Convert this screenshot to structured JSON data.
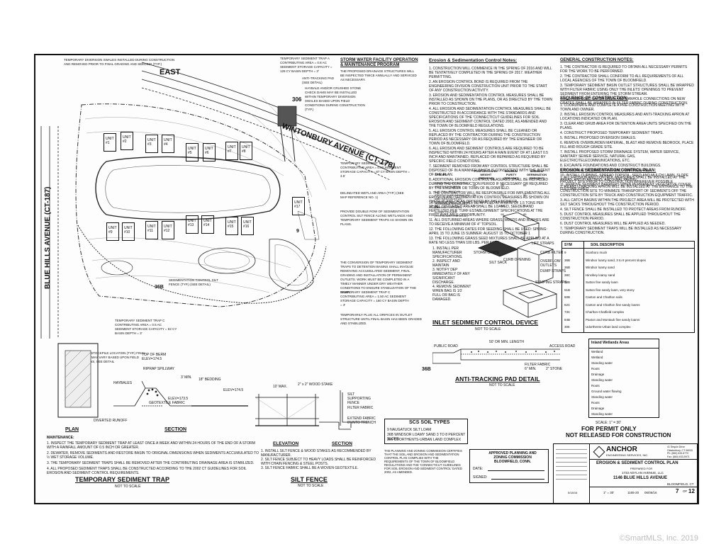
{
  "plan": {
    "road_north": "WINTONBURY AVENUE (CT-178)",
    "road_north_east": "EAST",
    "road_north_ref": "306",
    "road_west": "BLUE HILLS AVENUE (CT-187)",
    "soil_labels": [
      "9",
      "36B",
      "36B"
    ],
    "units": [
      "UNIT #1",
      "UNIT #2",
      "UNIT #3",
      "UNIT #4",
      "UNIT #5",
      "UNIT #6",
      "UNIT #7",
      "UNIT #8",
      "UNIT #9",
      "UNIT #10",
      "UNIT #11",
      "UNIT #12",
      "UNIT #13",
      "UNIT #14",
      "UNIT #15",
      "UNIT #16",
      "UNIT #17"
    ],
    "callouts": [
      "TEMPORARY DIVERSION SWALES INSTALLED DURING CONSTRUCTION AND REMOVED PRIOR TO FINAL GRADING AND SEEDING (TYP.)",
      "TEMPORARY SEDIMENT TRAP A CONTRIBUTING AREA = 0.8 AC SEDIMENT STORAGE CAPACITY = 129 CY BASIN DEPTH = 3'",
      "ANTI-TRACKING PAD (SEE DETAIL)",
      "HAYBALE AND/OR CRUSHED STONE CHECK DAMS MAY BE INSTALLED WITHIN TEMPORARY DIVERSION SWALES BASED UPON FIELD CONDITIONS DURING CONSTRUCTION (TYP.)",
      "TEMPORARY SEDIMENT TRAP B CONTRIBUTING AREA = 0.60 SEDIMENT STORAGE CAPACITY = 87 CY BASIN DEPTH = 3.5'",
      "DELINEATED WETLAND AREA (TYP.) (SEE MAP REFERENCE NO. 1)",
      "PROVIDE DOUBLE ROW OF SEDIMENTATION CONTROL SILT FENCE ALONG WETLANDS AND TEMPORARY SEDIMENT TRAPS AS SHOWN ON PLANS.",
      "SEDIMENTATION CONTROL SILT FENCE (TYP.) (SEE DETAIL)",
      "INLET SEDIMENT CONTROL DEVICE",
      "THE CONVERSION OF TEMPORARY SEDIMENT TRAPS TO DETENTION BASINS SHALL INVOLVE REMOVING ACCUMULATED SEDIMENT, FINAL GRADING AND INSTALLATION OF PERMANENT OUTLETS. WORK MUST BE COMPLETED IN A TIMELY MANNER UNDER DRY WEATHER CONDITIONS TO ENSURE STABILIZATION OF THE BASIN",
      "TEMPORARY SEDIMENT TRAP C CONTRIBUTING AREA = 1.50 AC SEDIMENT STORAGE CAPACITY = 160 CY BASIN DEPTH = 3'",
      "TEMPORARILY PLUG ALL ORIFICES IN OUTLET STRUCTURE UNTIL FINAL BASIN HAS BEEN GRADED AND STABILIZED.",
      "TEMPORARY SEDIMENT TRAP C CONTRIBUTING AREA = 0.5 AC SEDIMENT STORAGE CAPACITY = 82 CY BASIN DEPTH = 3'",
      "MATERIAL STOCKPILE LOCATION (TYP.) FINAL LOCATION MAY VARY BASED UPON FIELD CONDITIONS, SEE DETAIL"
    ]
  },
  "storm_water": {
    "title": "STORM WATER FACILITY OPERATION & MAINTENANCE PROGRAM",
    "text": "THE PROPOSED DRAINAGE STRUCTURES WILL BE INSPECTED TWICE ANNUALLY AND SERVICED AS NECESSARY."
  },
  "erosion_notes": {
    "title": "Erosion & Sedimentation Control Notes:",
    "items": [
      "1. CONSTRUCTION WILL COMMENCE IN THE SPRING OF 2016 AND WILL BE TENTATIVELY COMPLETED IN THE SPRING OF 2017. WEATHER PERMITTING.",
      "2. AN EROSION CONTROL BOND IS REQUIRED FROM THE ENGINEERING DIVISION CONSTRUCTION UNIT PRIOR TO THE START OF ANY CONSTRUCTION ACTIVITY.",
      "3. EROSION AND SEDIMENTATION CONTROL MEASURES SHALL BE INSTALLED AS SHOWN ON THE PLANS, OR AS DIRECTED BY THE TOWN PRIOR TO CONSTRUCTION.",
      "4. ALL EROSION AND SEDIMENTATION CONTROL MEASURES SHALL BE CONSTRUCTED IN ACCORDANCE WITH THE STANDARDS AND SPECIFICATIONS OF THE 'CONNECTICUT GUIDELINES FOR SOIL EROSION AND SEDIMENT CONTROL' DATED 2002, AS AMENDED AND THE TOWN OF BLOOMFIELD REGULATIONS.",
      "5. ALL EROSION CONTROL MEASURES SHALL BE CLEANED OR REPLACED BY THE CONTRACTOR DURING THE CONSTRUCTION PERIOD AS NECESSARY OR AS REQUIRED BY THE ENGINEER OR TOWN OF BLOOMFIELD.",
      "6. ALL EROSION AND SEDIMENT CONTROLS ARE REQUIRED TO BE INSPECTED WITHIN 24 HOURS AFTER A RAIN EVENT OF AT LEAST 0.5 INCH AND MAINTAINED, REPLACED OR REPAIRED AS REQUIRED BY SPECIFIC FIELD CONDITIONS.",
      "7. SEDIMENT REMOVED FROM ANY CONTROL STRUCTURE SHALL BE DISPOSED OF IN A MANNER WHICH IS CONSISTENT WITH THE INTENT OF THE PLAN.",
      "8. ADDITIONAL EROSION CONTROL MEASURES SHALL BE INSTALLED DURING THE CONSTRUCTION PERIOD IF NECESSARY OR REQUIRED BY THE ENGINEER OR TOWN OF BLOOMFIELD.",
      "9. THE CONTRACTOR WILL BE RESPONSIBLE FOR IMPLEMENTING ALL EROSION AND SEDIMENTATION CONTROL MEASURES AS SHOWN ON THESE PLANS OR AS ORDERED BY THE ENGINEER.",
      "10. ALL DISTURBED AREAS SHALL BE LOAMED, SEEDED AND FERTILIZED PER 'TURF ESTABLISHMENT' SPECIFICATIONS AT THE FIRST AVAILABLE OPPORTUNITY.",
      "11. ALL DISTURBED AREAS WHERE GRASS, WEEDS AND BUSHES ARE TO RECEIVE A MINIMUM OF 4\" TOPSOIL.",
      "12. THE FOLLOWING DATES FOR SEEDING SHALL BE USED: SPRING: APRIL 15 TO JUNE 15 SUMMER: AUGUST 15 TO OCTOBER 1",
      "13. THE FOLLOWING GRASS SEED MIXTURES SHALL BE APPLIED AT A RATE NO LESS THAN 100 LBS. PER ACRE:"
    ],
    "seed_headers": [
      "SPECIES",
      "PROPORTION BY WEIGHT (PERCENT)",
      "MINIMUM PURITY (PERCENT)",
      "MINIMUM GERMINATION (PERCENT)"
    ],
    "seed_rows": [
      [
        "CREEPING RED FESCUE (FESTUCA RUBRA)",
        "35",
        "98",
        "85"
      ],
      [
        "K-31 TALL FESCUE (FESTUCA ARUNDINACEA VAR. KENTUCKY 31)",
        "35",
        "95",
        "85"
      ],
      [
        "PERENNIAL RYEGRASS (LOLIUM PERENNE)",
        "25",
        "98",
        "90"
      ],
      [
        "ALSIKE CLOVER (TRIFOLIUM HYBRIDUM)",
        "5",
        "98",
        "85"
      ]
    ],
    "item_14": "14. STRAW MULCH SHALL BE APPLIED AT A RATE OF 1.5 TONS PER ACRE."
  },
  "general_notes": {
    "title": "GENERAL CONSTRUCTION NOTES:",
    "items": [
      "1. THE CONTRACTOR IS REQUIRED TO OBTAIN ALL NECESSARY PERMITS FOR THE WORK TO BE PERFORMED.",
      "2. THE CONTRACTOR SHALL CONFORM TO ALL REQUIREMENTS OF ALL LOCAL AGENCIES OF THE TOWN OF BLOOMFIELD.",
      "3. TEMPORARY SEDIMENT BASIN OUTLET STRUCTURES SHALL BE WRAPPED WITH FILTER FABRIC USING ONLY THE INLETS' OPENINGS TO PREVENT SEDIMENT FROM ENTERING THE STORM STREAM.",
      "4. ALL PROPOSED CATCH BASIN AND MANHOLE CONNECTIONS ON NEW GRATES SHALL BE WRAPPED IN FILTER FABRIC DURING CONSTRUCTION."
    ]
  },
  "sequence": {
    "title": "SEQUENCE OF CONSTRUCTION:",
    "items": [
      "1. COORDINATE AND COMPLETE A PRE-CONSTRUCTION MEETING WITH TOWN AND OWNER.",
      "2. INSTALL EROSION CONTROL MEASURES AND ANTI-TRACKING APRON AT LOCATIONS INDICATED ON PLAN.",
      "3. CLEAR AND GRUB AREA FOR DETENTION AREA UNITS SPECIFIED ON THE PLANS.",
      "4. CONSTRUCT PROPOSED TEMPORARY SEDIMENT TRAPS.",
      "5. INSTALL PROPOSED DIVERSION SWALES.",
      "6. REMOVE OVERBURDEN MATERIAL, BLAST AND REMOVE BEDROCK, PLACE FILL AND ROUGH GRADE SITE.",
      "7. INSTALL PROPOSED STORM DRAINAGE SYSTEM, WATER SERVICE, SANITARY SEWER SERVICE, NATURAL GAS, ELECTRIC/TELECOMMUNICATIONS, ETC.",
      "8. EXCAVATE FOUNDATIONS AND CONSTRUCT BUILDINGS.",
      "9. CONSTRUCT ACCESS DRIVE AND PARKING AREAS.",
      "10. INSTALL CURBING, SPREAD TOPSOIL, SEED AND MULCH LAWN, SLOPE AREAS, AND PLANTINGS, AND FINAL PAVING.",
      "11. REMOVE SEDIMENT BARRIERS WHEN PERMANENT VEGETATIVE COVER IS ESTABLISHED."
    ]
  },
  "control_plan": {
    "title": "EROSION & SEDIMENTATION CONTROL PLAN:",
    "items": [
      "1. ALL EROSION AND CONTROL MEASURES SHALL BE INSTALLED AT THE PROJECT SITE PRIOR TO CONSTRUCTION WHEREVER POSSIBLE.",
      "2. AN ANTI-TRACKING APRON WILL BE INSTALLED AT THE ENTRANCE TO THE CONSTRUCTION SITE TO MINIMIZE TRANSPORT OF SEDIMENTS OFF THE CONSTRUCTION SITE BY TRUCK AND CONSTRUCTION EQUIPMENT TRAFFIC.",
      "3. ALL CATCH BASINS WITHIN THE PROJECT AREA WILL BE PROTECTED WITH SILT SACKS THROUGHOUT THE CONSTRUCTION PERIOD.",
      "4. SILT FENCE SHALL BE INSTALLED TO PROTECT AREAS FROM RUNOFF.",
      "5. DUST CONTROL MEASURES SHALL BE APPLIED THROUGHOUT THE CONSTRUCTION PERIOD.",
      "6. DUST CONTROL MEASURES WILL BE APPLIED AS NEEDED.",
      "7. TEMPORARY SEDIMENT TRAPS WILL BE INSTALLED AS NECESSARY DURING CONSTRUCTION."
    ]
  },
  "soil_table": {
    "headers": [
      "SYM",
      "SOIL DESCRIPTION"
    ],
    "rows": [
      [
        "9",
        "Scarboro muck"
      ],
      [
        "36B",
        "Windsor loamy sand, 3 to 8 percent slopes"
      ],
      [
        "36B",
        "Windsor loamy sand"
      ],
      [
        "38C",
        "Hinckley loamy sand"
      ],
      [
        "50B",
        "Sutton fine sandy loam"
      ],
      [
        "51B",
        "Sutton fine sandy loam, very stony"
      ],
      [
        "60B",
        "Canton and Charlton soils"
      ],
      [
        "62C",
        "Canton and Charlton fine sandy loams"
      ],
      [
        "73C",
        "Charlton-Chatfield complex"
      ],
      [
        "84B",
        "Paxton and Montauk fine sandy loams"
      ],
      [
        "306",
        "Udorthents-Urban land complex"
      ]
    ]
  },
  "wetlands_table": {
    "title": "Inland Wetlands Areas",
    "rows": [
      "Wetland",
      "Wetland",
      "Standing water",
      "Roots",
      "Drainage",
      "Standing water",
      "Roots",
      "Ground water flowing",
      "Standing water",
      "Roots",
      "Drainage",
      "Standing water"
    ]
  },
  "inlet_detail": {
    "title": "INLET SEDIMENT CONTROL DEVICE",
    "subtitle": "NOT TO SCALE",
    "labels": [
      "CURB OPENING",
      "STORM GRATE",
      "SILT SACK",
      "LIFT STRAPS",
      "CURB FILTER",
      "OVERFLOW OUTLETS",
      "DUMP STRAPS",
      "SUMPING STRAPS"
    ],
    "notes": [
      "1. INSTALL PER MANUFACTURER SPECIFICATIONS.",
      "2. INSPECT AND MAINTAIN",
      "3. NOTIFY DEP IMMEDIATELY OF ANY SIGNIFICANT DISCHARGE.",
      "4. REMOVE SEDIMENT WHEN BAG IS 1/2 FULL OR BAG IS DAMAGED."
    ]
  },
  "anti_tracking": {
    "title": "ANTI-TRACKING PAD DETAIL",
    "subtitle": "NOT TO SCALE",
    "labels": [
      "PUBLIC ROAD",
      "50' OR MIN. LENGTH",
      "FILTER FABRIC",
      "6\" MIN.",
      "2\" STONE",
      "ACCESS ROAD"
    ]
  },
  "permit": {
    "scale": "SCALE: 1\" = 30'",
    "line1": "FOR PERMIT ONLY",
    "line2": "NOT RELEASED FOR CONSTRUCTION"
  },
  "scs": {
    "title": "SCS SOIL TYPES",
    "rows": [
      "9    NAUGATUCK SILT LOAM",
      "36B  WINDSOR LOAMY SAND      3 TO 8 PERCENT SLOPE",
      "306  UDORTHENTS-URBAN LAND COMPLEX"
    ]
  },
  "statement": "THE PLANNING AND ZONING COMMISSION CERTIFIES THAT THE SOIL AND EROSION AND SEDIMENTATION CONTROL PLAN COMPLIES WITH THE REQUIREMENTS OF THE TOWN OF BLOOMFIELD REGULATIONS AND THE 'CONNECTICUT GUIDELINES FOR SOIL EROSION AND SEDIMENT CONTROL' DATED 2002, AS AMENDED.",
  "approved": {
    "title": "APPROVED PLANNING AND ZONING COMMISSION BLOOMFIELD, CONN.",
    "date_label": "DATE:",
    "signed_label": "SIGNED:"
  },
  "title_block": {
    "company": "ANCHOR",
    "company_sub": "ENGINEERING SERVICES, INC.",
    "company_addr": "41 Sequin Drive\nGlastonbury, CT 06033\nPh: (860) 633-8770\nFax: (860) 633-5971",
    "drawing_title": "EROSION & SEDIMENT CONTROL PLAN",
    "prepared_for": "PREPARED FOR",
    "client": "1733 ADYLAN AVENUE, LLC",
    "address": "1146 BLUE HILLS AVENUE",
    "town": "BLOOMFIELD, CT",
    "project": "1165-20",
    "date": "06/06/16",
    "sheet": "7",
    "sheets": "12",
    "scale": "1\" = 30'",
    "rev_date": "5/18/16",
    "sheet_of": "OF"
  },
  "trap_detail": {
    "title": "TEMPORARY SEDIMENT TRAP",
    "subtitle": "NOT TO SCALE",
    "plan_label": "PLAN",
    "section_label": "SECTION",
    "labels": [
      "TOP OF BERM ELEV=174.5",
      "RIPRAP SPILLWAY",
      "ELEV=174.5",
      "ELEV=173.5",
      "GEOTEXTILE FABRIC",
      "DIVERTED RUNOFF",
      "HAYBALES",
      "3' MIN.",
      "18\" BEDDING"
    ],
    "maintenance_title": "MAINTENANCE:",
    "maintenance": [
      "1. INSPECT THE TEMPORARY SEDIMENT TRAP AT LEAST ONCE A WEEK AND WITHIN 24 HOURS OF THE END OF A STORM WITH A RAINFALL AMOUNT OF 0.5 INCH OR GREATER.",
      "2. DEWATER, REMOVE SEDIMENTS AND RESTORE BASIN TO ORIGINAL DIMENSIONS WHEN SEDIMENTS ACCUMULATED TO ½ WET STORAGE VOLUME.",
      "3. THE TEMPORARY SEDIMENT TRAPS SHALL BE REMOVED AFTER THE CONTRIBUTING DRAINAGE AREA IS STABILIZED.",
      "4. ALL PROPOSED SEDIMENT TRAPS SHALL BE CONSTRUCTED ACCORDING TO THE 2002 CT GUIDELINES FOR SOIL EROSION AND SEDIMENT CONTROL REQUIREMENTS."
    ]
  },
  "silt_fence": {
    "title": "SILT FENCE",
    "subtitle": "NOT TO SCALE",
    "elevation_label": "ELEVATION",
    "section_label": "SECTION",
    "labels": [
      "10' MAX.",
      "2\" x 2\" WOOD STAKE",
      "SILT SUPPORTING FENCE",
      "FILTER FABRIC",
      "EXTEND FABRIC 6\" INTO TRENCH"
    ],
    "notes": [
      "1. INSTALL SILT FENCE & WOOD STAKES AS RECOMMENDED BY MANUFACTURER.",
      "2. SILT FENCE SUBJECT TO HEAVY LOADS SHALL BE REINFORCED WITH CHAIN FENCING & STEEL POSTS.",
      "3. SILT FENCE FABRIC SHALL BE A WOVEN GEOTEXTILE."
    ]
  },
  "watermark": "©SmartMLS, Inc. 2019"
}
